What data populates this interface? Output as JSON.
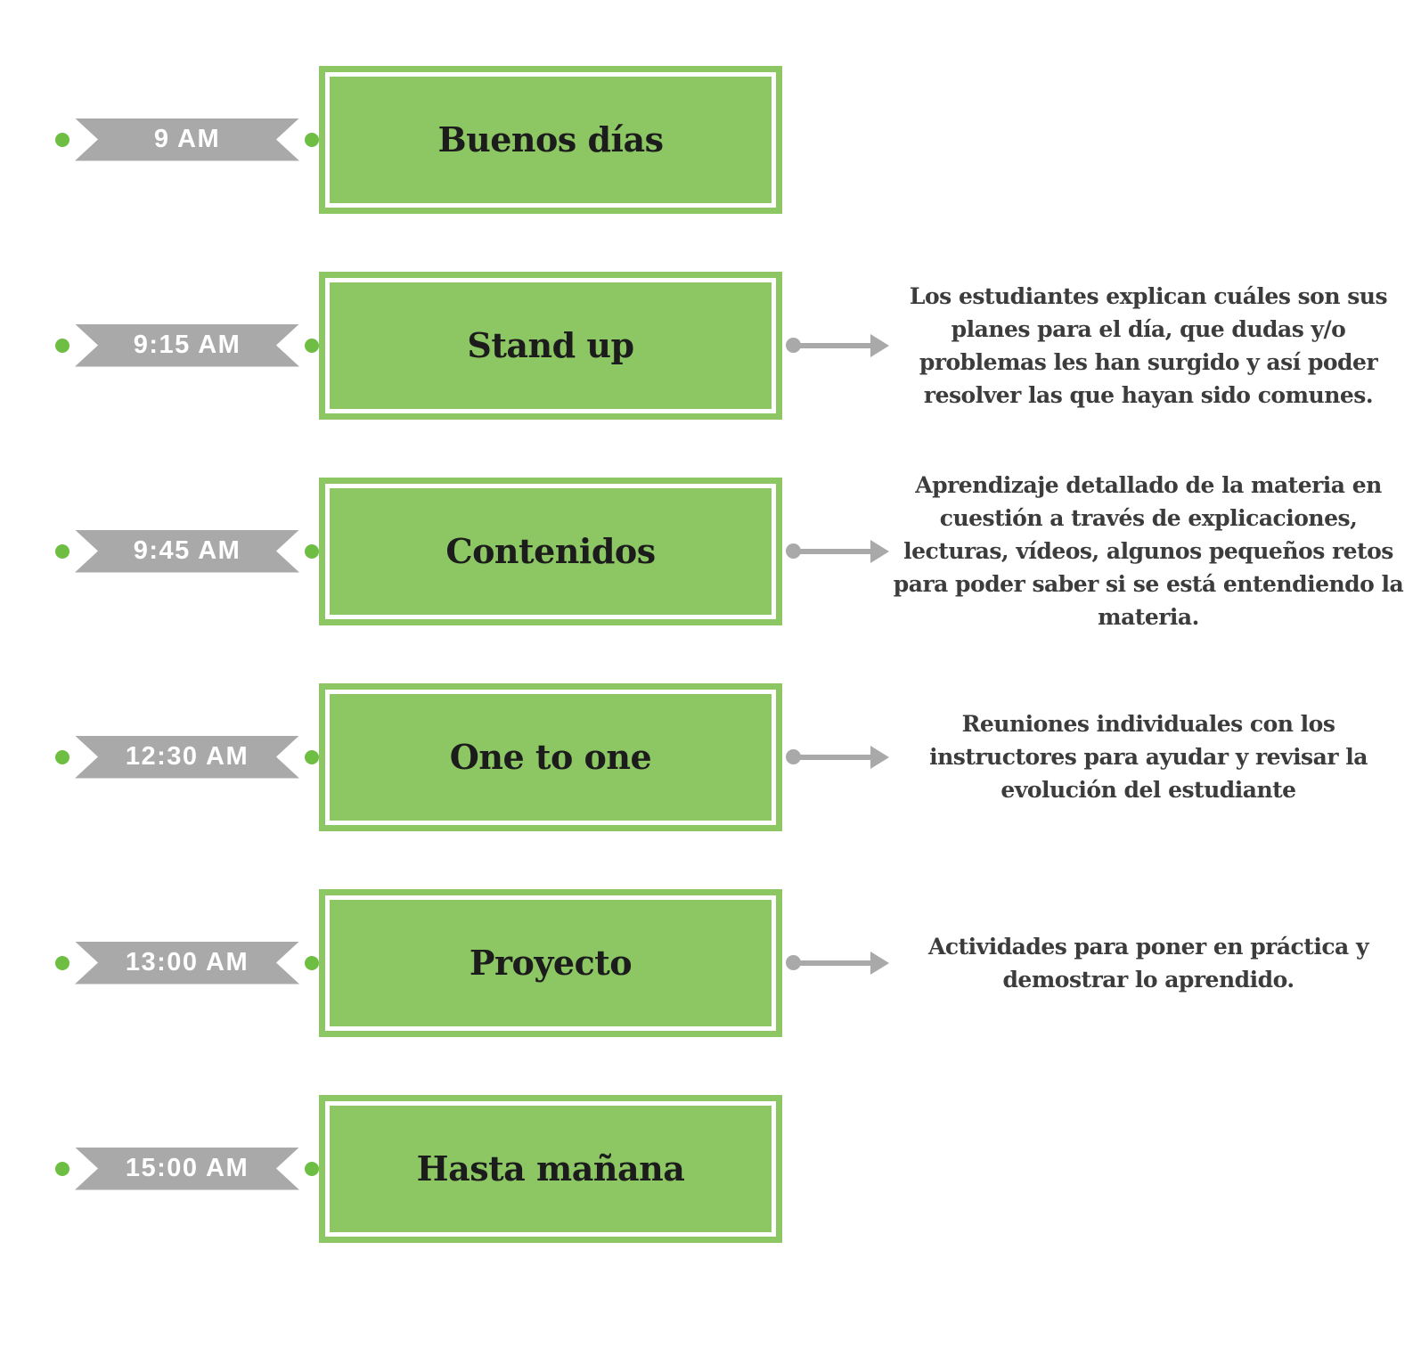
{
  "page": {
    "background": "#ffffff"
  },
  "palette": {
    "box_green": "#8cc764",
    "dot_green": "#6fbe44",
    "ribbon_gray": "#a9a9a9",
    "arrow_gray": "#a9a9a9",
    "time_text": "#ffffff",
    "title_text": "#1c1c1c",
    "description_text": "#3c3c3c"
  },
  "timeline": {
    "rows": [
      {
        "time": "9 AM",
        "title": "Buenos días",
        "description": ""
      },
      {
        "time": "9:15 AM",
        "title": "Stand up",
        "description": "Los estudiantes explican cuáles son sus planes para el día, que dudas y/o problemas les han surgido y así poder resolver las que hayan sido comunes."
      },
      {
        "time": "9:45 AM",
        "title": "Contenidos",
        "description": "Aprendizaje detallado de la materia en cuestión a través de explicaciones, lecturas, vídeos, algunos pequeños retos para poder saber si se está entendiendo la materia."
      },
      {
        "time": "12:30 AM",
        "title": "One to one",
        "description": "Reuniones individuales con los instructores para ayudar y revisar la evolución del estudiante"
      },
      {
        "time": "13:00 AM",
        "title": "Proyecto",
        "description": "Actividades para poner en práctica y demostrar lo aprendido."
      },
      {
        "time": "15:00 AM",
        "title": "Hasta mañana",
        "description": ""
      }
    ]
  }
}
